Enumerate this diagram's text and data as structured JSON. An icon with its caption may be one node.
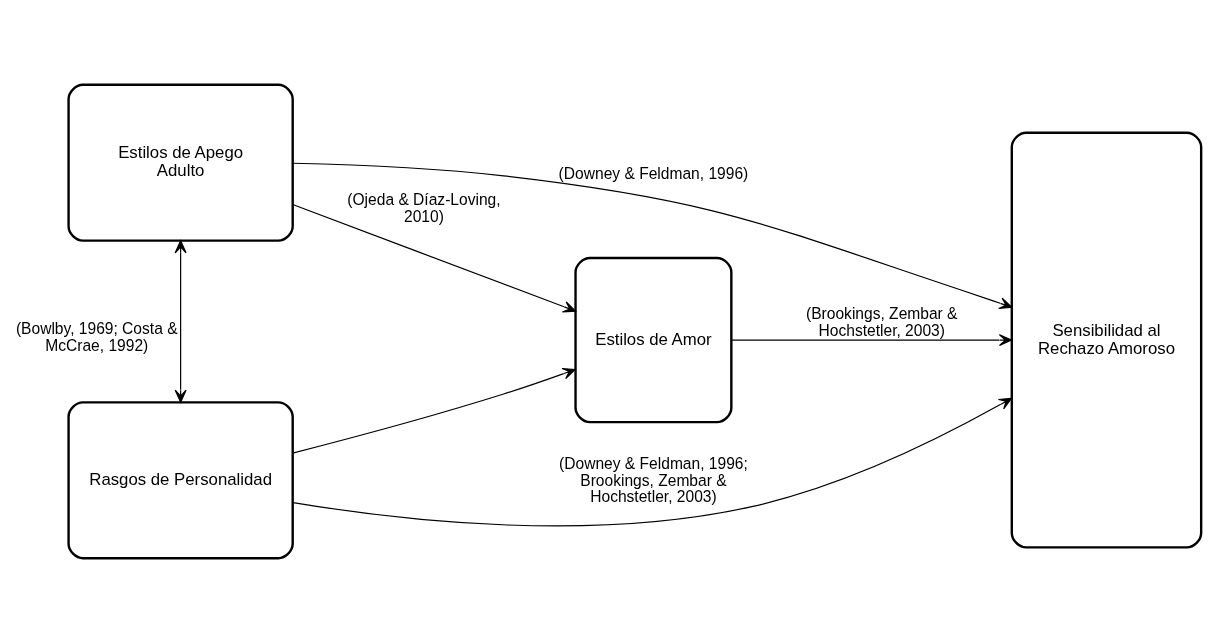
{
  "diagram": {
    "nodes": [
      {
        "text": [
          "Estilos de Apego Adulto"
        ]
      },
      {
        "text": [
          "Estilos de Amor"
        ]
      },
      {
        "text": [
          "Rasgos de Personalidad"
        ]
      },
      {
        "text": [
          "Sensibilidad al Rechazo Amoroso"
        ]
      }
    ],
    "edges": [
      {
        "from": 0,
        "to": 3,
        "arrow": "to",
        "label": "(Downey & Feldman, 1996)"
      },
      {
        "from": 0,
        "to": 2,
        "arrow": "both",
        "label": "(Bowlby, 1969; Costa & McCrae, 1992)"
      },
      {
        "from": 0,
        "to": 1,
        "arrow": "to",
        "label": "(Ojeda & Díaz-Loving, 2010)"
      },
      {
        "from": 2,
        "to": 1,
        "arrow": "to"
      },
      {
        "from": 1,
        "to": 3,
        "arrow": "to",
        "label": "(Brookings, Zembar & Hochstetler, 2003)"
      },
      {
        "from": 2,
        "to": 3,
        "arrow": "to",
        "label": "(Downey & Feldman, 1996; Brookings, Zembar & Hochstetler, 2003)"
      }
    ]
  }
}
